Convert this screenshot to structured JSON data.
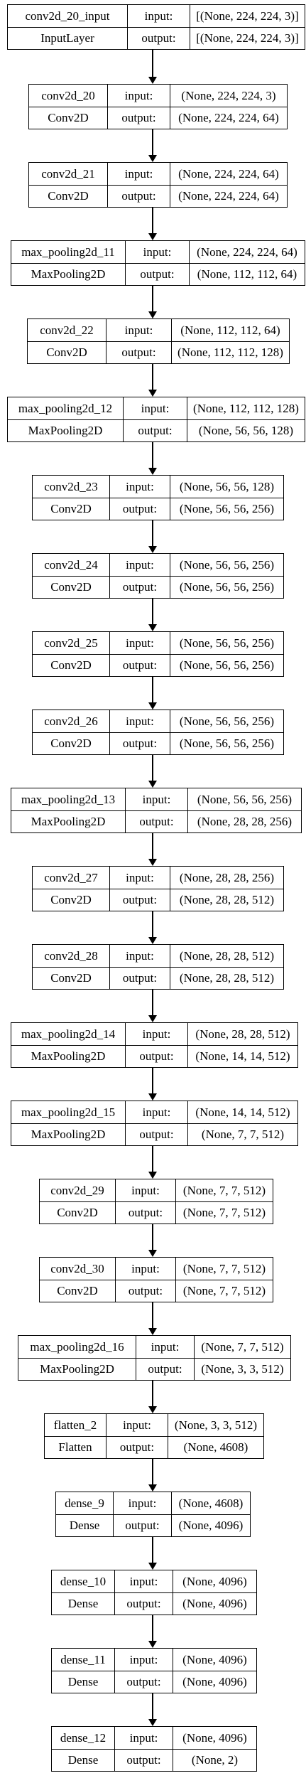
{
  "labels": {
    "input": "input:",
    "output": "output:"
  },
  "layers": [
    {
      "name": "conv2d_20_input",
      "type": "InputLayer",
      "in": "[(None, 224, 224, 3)]",
      "out": "[(None, 224, 224, 3)]"
    },
    {
      "name": "conv2d_20",
      "type": "Conv2D",
      "in": "(None, 224, 224, 3)",
      "out": "(None, 224, 224, 64)"
    },
    {
      "name": "conv2d_21",
      "type": "Conv2D",
      "in": "(None, 224, 224, 64)",
      "out": "(None, 224, 224, 64)"
    },
    {
      "name": "max_pooling2d_11",
      "type": "MaxPooling2D",
      "in": "(None, 224, 224, 64)",
      "out": "(None, 112, 112, 64)"
    },
    {
      "name": "conv2d_22",
      "type": "Conv2D",
      "in": "(None, 112, 112, 64)",
      "out": "(None, 112, 112, 128)"
    },
    {
      "name": "max_pooling2d_12",
      "type": "MaxPooling2D",
      "in": "(None, 112, 112, 128)",
      "out": "(None, 56, 56, 128)"
    },
    {
      "name": "conv2d_23",
      "type": "Conv2D",
      "in": "(None, 56, 56, 128)",
      "out": "(None, 56, 56, 256)"
    },
    {
      "name": "conv2d_24",
      "type": "Conv2D",
      "in": "(None, 56, 56, 256)",
      "out": "(None, 56, 56, 256)"
    },
    {
      "name": "conv2d_25",
      "type": "Conv2D",
      "in": "(None, 56, 56, 256)",
      "out": "(None, 56, 56, 256)"
    },
    {
      "name": "conv2d_26",
      "type": "Conv2D",
      "in": "(None, 56, 56, 256)",
      "out": "(None, 56, 56, 256)"
    },
    {
      "name": "max_pooling2d_13",
      "type": "MaxPooling2D",
      "in": "(None, 56, 56, 256)",
      "out": "(None, 28, 28, 256)"
    },
    {
      "name": "conv2d_27",
      "type": "Conv2D",
      "in": "(None, 28, 28, 256)",
      "out": "(None, 28, 28, 512)"
    },
    {
      "name": "conv2d_28",
      "type": "Conv2D",
      "in": "(None, 28, 28, 512)",
      "out": "(None, 28, 28, 512)"
    },
    {
      "name": "max_pooling2d_14",
      "type": "MaxPooling2D",
      "in": "(None, 28, 28, 512)",
      "out": "(None, 14, 14, 512)"
    },
    {
      "name": "max_pooling2d_15",
      "type": "MaxPooling2D",
      "in": "(None, 14, 14, 512)",
      "out": "(None, 7, 7, 512)"
    },
    {
      "name": "conv2d_29",
      "type": "Conv2D",
      "in": "(None, 7, 7, 512)",
      "out": "(None, 7, 7, 512)"
    },
    {
      "name": "conv2d_30",
      "type": "Conv2D",
      "in": "(None, 7, 7, 512)",
      "out": "(None, 7, 7, 512)"
    },
    {
      "name": "max_pooling2d_16",
      "type": "MaxPooling2D",
      "in": "(None, 7, 7, 512)",
      "out": "(None, 3, 3, 512)"
    },
    {
      "name": "flatten_2",
      "type": "Flatten",
      "in": "(None, 3, 3, 512)",
      "out": "(None, 4608)"
    },
    {
      "name": "dense_9",
      "type": "Dense",
      "in": "(None, 4608)",
      "out": "(None, 4096)"
    },
    {
      "name": "dense_10",
      "type": "Dense",
      "in": "(None, 4096)",
      "out": "(None, 4096)"
    },
    {
      "name": "dense_11",
      "type": "Dense",
      "in": "(None, 4096)",
      "out": "(None, 4096)"
    },
    {
      "name": "dense_12",
      "type": "Dense",
      "in": "(None, 4096)",
      "out": "(None, 2)"
    }
  ]
}
